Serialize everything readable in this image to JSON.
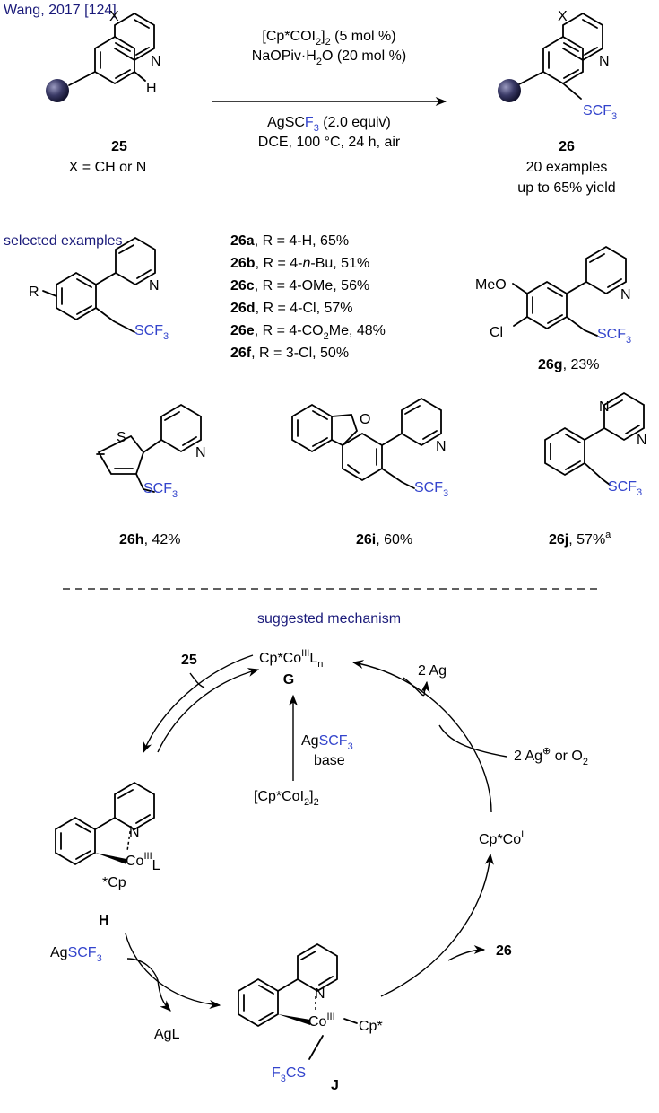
{
  "header": {
    "citation": "Wang, 2017 [124]"
  },
  "reaction": {
    "start": {
      "id": "25",
      "xlabel": "X = CH or N",
      "atom_x": "X",
      "atom_n": "N",
      "atom_h": "H"
    },
    "conditions_line1_pre": "[Cp*COI",
    "conditions_line1_sub": "2",
    "conditions_line1_mid": "]",
    "conditions_line1_sub2": "2",
    "conditions_line1_post": " (5 mol %)",
    "conditions_line2_pre": "NaOPiv·H",
    "conditions_line2_sub": "2",
    "conditions_line2_post": "O (20 mol %)",
    "conditions_line3_pre": "AgSC",
    "conditions_line3_blue": "F",
    "conditions_line3_sub": "3",
    "conditions_line3_post": " (2.0 equiv)",
    "conditions_line4": "DCE, 100 °C, 24 h, air",
    "product": {
      "id": "26",
      "examples": "20 examples",
      "yield": "up to 65% yield",
      "atom_x": "X",
      "atom_n": "N",
      "group": "SCF",
      "group_sub": "3"
    }
  },
  "selected": {
    "title": "selected examples",
    "r_label": "R",
    "list": [
      {
        "id": "26a",
        "text": ", R = 4-H, 65%"
      },
      {
        "id": "26b",
        "text_pre": ", R = 4-",
        "text_ital": "n",
        "text_post": "-Bu, 51%"
      },
      {
        "id": "26c",
        "text": ", R = 4-OMe, 56%"
      },
      {
        "id": "26d",
        "text": ", R = 4-Cl, 57%"
      },
      {
        "id": "26e",
        "text_pre": ", R = 4-CO",
        "text_sub": "2",
        "text_post": "Me, 48%"
      },
      {
        "id": "26f",
        "text": ", R = 3-Cl, 50%"
      }
    ],
    "g": {
      "id": "26g",
      "yield": ", 23%",
      "meo": "MeO",
      "cl": "Cl"
    },
    "h": {
      "id": "26h",
      "yield": ", 42%",
      "s": "S"
    },
    "i": {
      "id": "26i",
      "yield": ", 60%",
      "o": "O"
    },
    "j": {
      "id": "26j",
      "yield": ", 57%",
      "note": "a"
    }
  },
  "mechanism": {
    "title": "suggested mechanism",
    "g_pre": "Cp*Co",
    "g_sup": "III",
    "g_l": "L",
    "g_sub": "n",
    "g_id": "G",
    "start_id": "25",
    "ag_out": "2 Ag",
    "oxidant_pre": "2 Ag",
    "oxidant_sup": "⊕",
    "oxidant_post": " or O",
    "oxidant_sub": "2",
    "agscf3_pre": "Ag",
    "agscf3_blue": "SCF",
    "agscf3_sub": "3",
    "base": "base",
    "precat_pre": "[Cp*CoI",
    "precat_sub": "2",
    "precat_mid": "]",
    "precat_sub2": "2",
    "co1_pre": "Cp*Co",
    "co1_sup": "I",
    "h_id": "H",
    "h_co": "Co",
    "h_sup": "III",
    "h_l": "L",
    "h_cp": "*Cp",
    "j_id": "J",
    "j_co": "Co",
    "j_sup": "III",
    "j_cp": "Cp*",
    "j_f3cs": "F",
    "j_f3cs_sub": "3",
    "j_f3cs_post": "CS",
    "agl": "AgL",
    "product_id": "26",
    "atom_n": "N"
  },
  "colors": {
    "substituent": "#3344cc",
    "header": "#1a1a7a",
    "node": "#2b2b55"
  }
}
